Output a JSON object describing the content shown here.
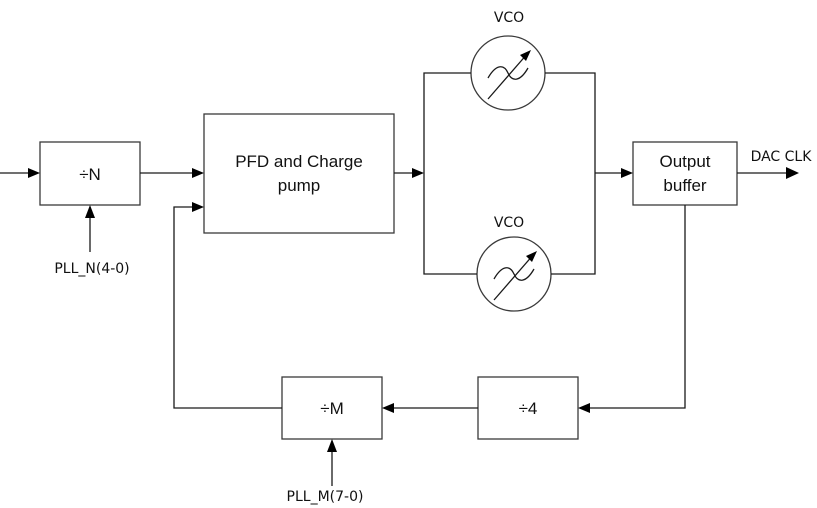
{
  "blocks": {
    "divide_n": "÷N",
    "pfd_line1": "PFD and Charge",
    "pfd_line2": "pump",
    "output_line1": "Output",
    "output_line2": "buffer",
    "divide_four": "÷4",
    "divide_m": "÷M"
  },
  "oscillators": {
    "top_label": "VCO",
    "bottom_label": "VCO"
  },
  "signals": {
    "pll_n": "PLL_N(4-0)",
    "pll_m": "PLL_M(7-0)",
    "output": "DAC CLK"
  }
}
